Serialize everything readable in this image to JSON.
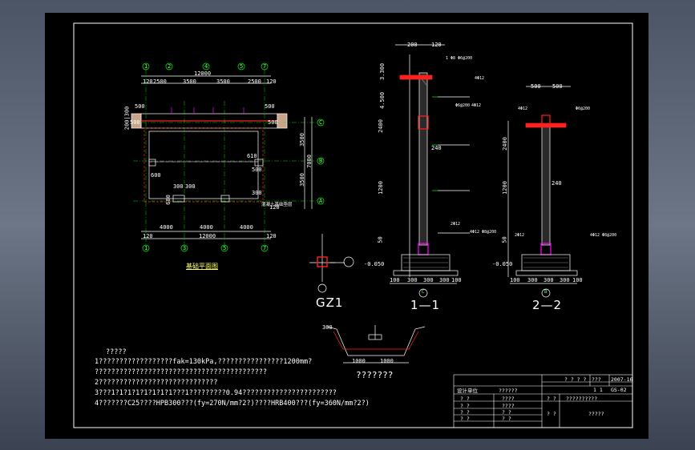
{
  "plan": {
    "title": "基础平面图",
    "axes_top": [
      "1",
      "2",
      "4",
      "5",
      "7"
    ],
    "axes_bottom": [
      "1",
      "3",
      "5",
      "7"
    ],
    "axes_right": [
      "C",
      "B",
      "A"
    ],
    "dim_top_total": "12000",
    "dim_top_parts": [
      "120",
      "2500",
      "3500",
      "3500",
      "2500",
      "120"
    ],
    "dim_bottom_parts": [
      "120",
      "4000",
      "4000",
      "4000",
      "120"
    ],
    "dim_bottom_total": "12000",
    "dim_right_parts": [
      "3500",
      "3500"
    ],
    "dim_right_total": "7000",
    "dim_left": "200|300",
    "label_note": "混凝土基础垫层",
    "dims_misc": [
      "300",
      "300",
      "500",
      "300",
      "500",
      "500",
      "610",
      "600",
      "600",
      "120",
      "500",
      "500"
    ]
  },
  "gz1": {
    "label": "GZ1"
  },
  "section11": {
    "label": "1—1",
    "axis": "C",
    "dims_top": [
      "200",
      "120"
    ],
    "dims_bottom": [
      "100",
      "300",
      "300",
      "300",
      "100"
    ],
    "wall": "240",
    "elev": "-0.050",
    "levels": [
      "3.300",
      "4.500",
      "2400",
      "1200",
      "50"
    ],
    "annots": [
      "1 Φ8 Φ6@200",
      "4Φ12",
      "Φ6@200",
      "4Φ12",
      "2Φ12",
      "4Φ12 Φ8@200"
    ]
  },
  "section22": {
    "label": "2—2",
    "axis": "B",
    "dims_top": [
      "500",
      "500"
    ],
    "dims_bottom": [
      "100",
      "300",
      "300",
      "300",
      "100"
    ],
    "wall": "240",
    "elev": "-0.050",
    "levels": [
      "2400",
      "1200",
      "50"
    ],
    "annots": [
      "4Φ12",
      "Φ6@200",
      "2Φ12",
      "4Φ12 Φ8@200"
    ]
  },
  "detail": {
    "label": "???????",
    "dims": [
      "1000",
      "1000",
      "300"
    ]
  },
  "notes": {
    "heading": "?????",
    "lines": [
      "1??????????????????fak=130kPa,????????????????1200mm?",
      "  ??????????????????????????????????????????",
      "2?????????????????????????????",
      "3???1?1?1?1?1?1?1?1???1?????????0.94???????????????????????",
      "4???????C25????HPB300???(fy=270N/mm?2?)????HRB400???(fy=360N/mm?2?)"
    ]
  },
  "titleblock": {
    "header_mid": "? ? ? ?",
    "header_no_label": "???",
    "header_no": "2007-16",
    "row2_a": "1 1",
    "row2_b": "GS-02",
    "project": "??????",
    "design_label": "设计单位",
    "r1": [
      "? ?",
      "????",
      "? ?",
      "??????????"
    ],
    "r2": [
      "? ?",
      "????"
    ],
    "r3": [
      "? ?",
      "? ?",
      "? ?"
    ],
    "r4": [
      "? ?",
      "? ?"
    ],
    "drawing_name": "?????"
  },
  "colors": {
    "background": "#000000",
    "lines": "#ffffff",
    "axis": "#00ff00",
    "rebar": "#ff2020",
    "magenta": "#ff00ff",
    "yellow": "#ffff00",
    "cyan": "#00ffff",
    "frame_bg": "#5a6474"
  }
}
